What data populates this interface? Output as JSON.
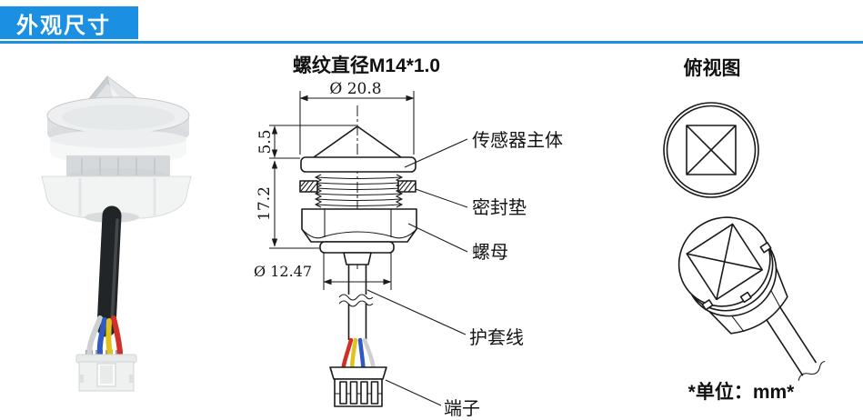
{
  "header": {
    "title": "外观尺寸",
    "accent_color": "#1b90e2"
  },
  "drawing": {
    "title": "螺纹直径M14*1.0",
    "dimensions": {
      "top_diameter": "Ø 20.8",
      "head_height": "5.5",
      "body_height": "17.2",
      "flange_diameter": "Ø 12.47"
    },
    "labels": {
      "sensor_body": "传感器主体",
      "gasket": "密封垫",
      "nut": "螺母",
      "cable": "护套线",
      "terminal": "端子"
    }
  },
  "top_view": {
    "title": "俯视图",
    "unit_note": "*单位：mm*"
  },
  "colors": {
    "line": "#1a1a1a",
    "wire_red": "#d03028",
    "wire_yellow": "#dfc31d",
    "wire_blue": "#2f5ac6",
    "wire_white": "#cdd0d2",
    "photo_cable_black": "#222528"
  }
}
